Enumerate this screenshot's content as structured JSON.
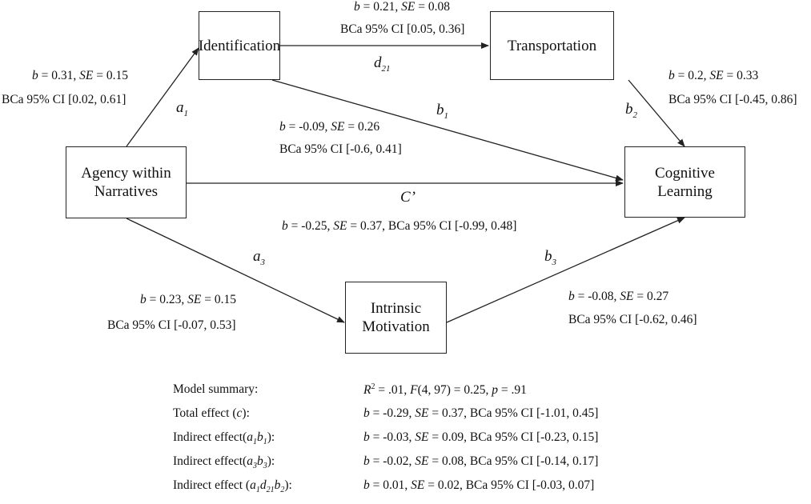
{
  "nodes": {
    "identification": "Identification",
    "transportation": "Transportation",
    "agency_line1": "Agency within",
    "agency_line2": "Narratives",
    "cognitive_line1": "Cognitive",
    "cognitive_line2": "Learning",
    "intrinsic_line1": "Intrinsic",
    "intrinsic_line2": "Motivation"
  },
  "paths": {
    "a1": {
      "sym": "a",
      "sub": "1",
      "b": "0.31",
      "se": "0.15",
      "ci": "BCa 95% CI [0.02, 0.61]"
    },
    "d21": {
      "sym": "d",
      "sub": "21",
      "b": "0.21",
      "se": "0.08",
      "ci": "BCa 95% CI [0.05, 0.36]"
    },
    "b2": {
      "sym": "b",
      "sub": "2",
      "b": "0.2",
      "se": "0.33",
      "ci": "BCa 95% CI [-0.45, 0.86]"
    },
    "b1": {
      "sym": "b",
      "sub": "1",
      "b": "-0.09",
      "se": "0.26",
      "ci": "BCa 95% CI [-0.6, 0.41]"
    },
    "c_prime": {
      "sym": "C’",
      "b": "-0.25",
      "se": "0.37",
      "ci": "BCa 95% CI [-0.99, 0.48]"
    },
    "a3": {
      "sym": "a",
      "sub": "3",
      "b": "0.23",
      "se": "0.15",
      "ci": "BCa 95% CI [-0.07, 0.53]"
    },
    "b3": {
      "sym": "b",
      "sub": "3",
      "b": "-0.08",
      "se": "0.27",
      "ci": "BCa 95% CI [-0.62, 0.46]"
    }
  },
  "summary": {
    "model_label": "Model summary:",
    "model_r2": ".01",
    "model_f": "(4, 97) = 0.25, ",
    "model_p": " = .91",
    "total_label": "Total effect (",
    "total_c": "c",
    "total_close": "):",
    "total_b": "-0.29",
    "total_se": "0.37",
    "total_ci": "BCa 95% CI [-1.01, 0.45]",
    "ind1_label": "Indirect effect(",
    "ind1_b": "-0.03",
    "ind1_se": "0.09",
    "ind1_ci": "BCa 95% CI [-0.23, 0.15]",
    "ind2_label": "Indirect effect(",
    "ind2_b": "-0.02",
    "ind2_se": "0.08",
    "ind2_ci": "BCa 95% CI [-0.14, 0.17]",
    "ind3_label": "Indirect effect (",
    "ind3_b": "0.01",
    "ind3_se": "0.02",
    "ind3_ci": "BCa 95% CI [-0.03, 0.07]"
  },
  "common": {
    "b_sym": "b",
    "se_sym": "SE",
    "p_sym": "p",
    "f_sym": "F",
    "r_sym": "R",
    "eq": " = ",
    "sep": ", ",
    "close_colon": "):"
  },
  "colors": {
    "line": "#222222",
    "text": "#111111",
    "background": "#ffffff"
  }
}
